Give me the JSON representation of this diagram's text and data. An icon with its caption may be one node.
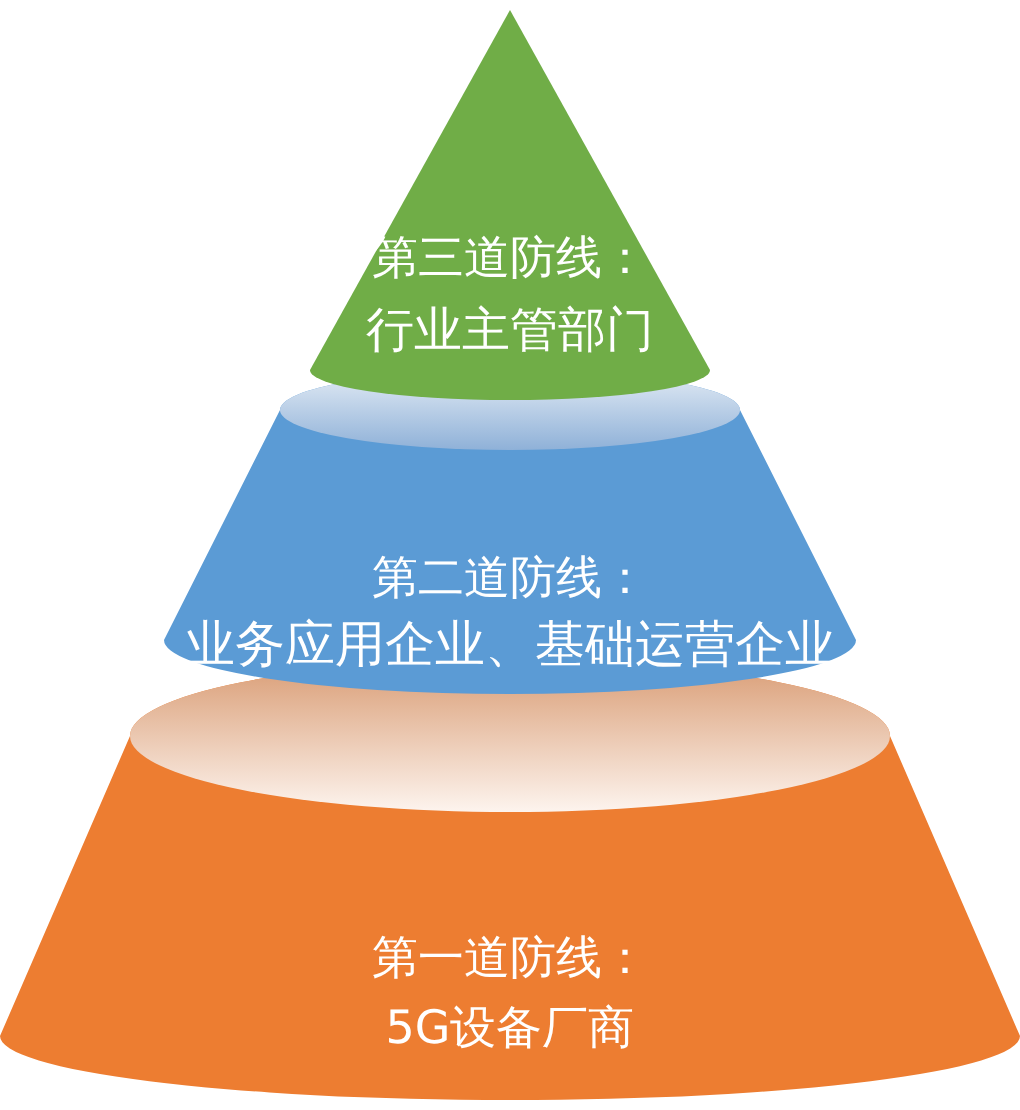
{
  "diagram": {
    "nodes": [
      {
        "text": [
          "第三道防线：",
          "行业主管部门"
        ]
      },
      {
        "text": [
          "第二道防线：",
          "业务应用企业、基础运营企业"
        ]
      },
      {
        "text": [
          "第一道防线：",
          "5G设备厂商"
        ]
      }
    ]
  }
}
